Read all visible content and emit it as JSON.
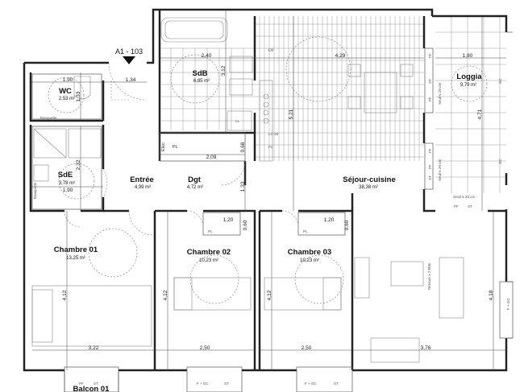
{
  "apartment_id": "A1 - 103",
  "rooms": {
    "wc": {
      "name": "WC",
      "area": "2,53 m²"
    },
    "sdb": {
      "name": "SdB",
      "area": "6,85 m²"
    },
    "loggia": {
      "name": "Loggia",
      "area": "9,79 m²"
    },
    "entree": {
      "name": "Entrée",
      "area": "4,99 m²"
    },
    "dgt": {
      "name": "Dgt",
      "area": "4,72 m²"
    },
    "sejour": {
      "name": "Séjour-cuisine",
      "area": "38,38 m²"
    },
    "sde": {
      "name": "SdE",
      "area": "3,78 m²"
    },
    "chambre01": {
      "name": "Chambre 01",
      "area": "13,25 m²"
    },
    "chambre02": {
      "name": "Chambre 02",
      "area": "10,23 m²"
    },
    "chambre03": {
      "name": "Chambre 03",
      "area": "10,23 m²"
    },
    "balcon": {
      "name": "Balcon 01"
    }
  },
  "dimensions": {
    "d_1_90_wc": "1,90",
    "d_1_34": "1,34",
    "d_1_33_wc": "1,33",
    "d_2_40": "2,40",
    "d_3_12": "3,12",
    "d_4_29": "4,29",
    "d_1_80": "1,80",
    "d_5_21": "5,21",
    "d_4_71": "4,71",
    "d_2_09": "2,09",
    "d_0_68": "0,68",
    "d_2_32": "2,32",
    "d_1_90_sde": "1,90",
    "d_1_33_dgt": "1,33",
    "d_1_20_a": "1,20",
    "d_0_60_a": "0,60",
    "d_1_20_b": "1,20",
    "d_0_60_b": "0,60",
    "d_4_12_a": "4,12",
    "d_4_12_b": "4,12",
    "d_4_12_c": "4,12",
    "d_4_18": "4,18",
    "d_3_22": "3,22",
    "d_2_50_a": "2,50",
    "d_2_50_b": "2,50",
    "d_3_76": "3,76"
  },
  "labels": {
    "banquette_wc": "Banquette",
    "banquette_sde": "Banquette",
    "elec": "Elec",
    "pl": "PL",
    "lv": "LV",
    "lc": "LC-30",
    "fo": "Fo",
    "ll": "LL",
    "ff": "FF",
    "st": "ST",
    "pf": "PF",
    "gc": "GC",
    "seuil_top": "Seuil ≤ 20 cm",
    "seuil_mid": "Seuil ≤ 20 cm",
    "seuil_bottom": "Seuil ≤ 20 cm",
    "fgc": "F + GC",
    "recul": "Nervure ≥ 2.80m"
  }
}
